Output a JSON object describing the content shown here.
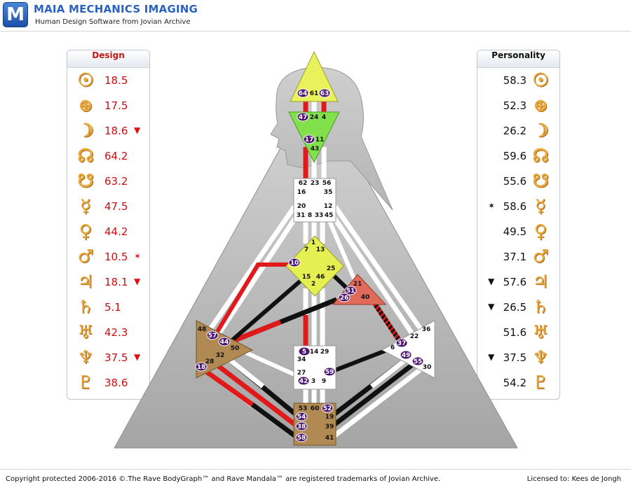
{
  "header": {
    "logo_letter": "M",
    "title": "MAIA MECHANICS IMAGING",
    "subtitle": "Human Design Software from Jovian Archive"
  },
  "design": {
    "title": "Design",
    "rows": [
      {
        "planet": "sun-icon",
        "glyph": "☉",
        "value": "18.5",
        "mark": ""
      },
      {
        "planet": "earth-icon",
        "glyph": "⊕",
        "value": "17.5",
        "mark": ""
      },
      {
        "planet": "moon-icon",
        "glyph": "☽",
        "value": "18.6",
        "mark": "▼"
      },
      {
        "planet": "north-node-icon",
        "glyph": "☊",
        "value": "64.2",
        "mark": ""
      },
      {
        "planet": "south-node-icon",
        "glyph": "☋",
        "value": "63.2",
        "mark": ""
      },
      {
        "planet": "mercury-icon",
        "glyph": "☿",
        "value": "47.5",
        "mark": ""
      },
      {
        "planet": "venus-icon",
        "glyph": "♀",
        "value": "44.2",
        "mark": ""
      },
      {
        "planet": "mars-icon",
        "glyph": "♂",
        "value": "10.5",
        "mark": "✶"
      },
      {
        "planet": "jupiter-icon",
        "glyph": "♃",
        "value": "18.1",
        "mark": "▼"
      },
      {
        "planet": "saturn-icon",
        "glyph": "♄",
        "value": "5.1",
        "mark": ""
      },
      {
        "planet": "uranus-icon",
        "glyph": "♅",
        "value": "42.3",
        "mark": ""
      },
      {
        "planet": "neptune-icon",
        "glyph": "♆",
        "value": "37.5",
        "mark": "▼"
      },
      {
        "planet": "pluto-icon",
        "glyph": "♇",
        "value": "38.6",
        "mark": ""
      }
    ]
  },
  "personality": {
    "title": "Personality",
    "rows": [
      {
        "planet": "sun-icon",
        "glyph": "☉",
        "value": "58.3",
        "mark": ""
      },
      {
        "planet": "earth-icon",
        "glyph": "⊕",
        "value": "52.3",
        "mark": ""
      },
      {
        "planet": "moon-icon",
        "glyph": "☽",
        "value": "26.2",
        "mark": ""
      },
      {
        "planet": "north-node-icon",
        "glyph": "☊",
        "value": "59.6",
        "mark": ""
      },
      {
        "planet": "south-node-icon",
        "glyph": "☋",
        "value": "55.6",
        "mark": ""
      },
      {
        "planet": "mercury-icon",
        "glyph": "☿",
        "value": "58.6",
        "mark": "✶"
      },
      {
        "planet": "venus-icon",
        "glyph": "♀",
        "value": "49.5",
        "mark": ""
      },
      {
        "planet": "mars-icon",
        "glyph": "♂",
        "value": "37.1",
        "mark": ""
      },
      {
        "planet": "jupiter-icon",
        "glyph": "♃",
        "value": "57.6",
        "mark": "▼"
      },
      {
        "planet": "saturn-icon",
        "glyph": "♄",
        "value": "26.5",
        "mark": "▼"
      },
      {
        "planet": "uranus-icon",
        "glyph": "♅",
        "value": "51.6",
        "mark": ""
      },
      {
        "planet": "neptune-icon",
        "glyph": "♆",
        "value": "37.5",
        "mark": "▼"
      },
      {
        "planet": "pluto-icon",
        "glyph": "♇",
        "value": "54.2",
        "mark": ""
      }
    ]
  },
  "bodygraph": {
    "centers": {
      "head": {
        "name": "head-center",
        "color": "#e9f25a",
        "gates": [
          "64",
          "61",
          "63"
        ]
      },
      "ajna": {
        "name": "ajna-center",
        "color": "#7ee04a",
        "gates": [
          "47",
          "24",
          "4",
          "17",
          "11",
          "43"
        ]
      },
      "throat": {
        "name": "throat-center",
        "color": "#ffffff",
        "gates": [
          "62",
          "23",
          "56",
          "16",
          "35",
          "20",
          "12",
          "31",
          "8",
          "33",
          "45"
        ]
      },
      "g": {
        "name": "g-center",
        "color": "#e4ef52",
        "gates": [
          "1",
          "7",
          "13",
          "10",
          "25",
          "15",
          "46",
          "2"
        ]
      },
      "heart": {
        "name": "heart-center",
        "color": "#e06b5a",
        "gates": [
          "21",
          "51",
          "26",
          "40"
        ]
      },
      "spleen": {
        "name": "spleen-center",
        "color": "#b08a52",
        "gates": [
          "48",
          "57",
          "44",
          "50",
          "32",
          "28",
          "18"
        ]
      },
      "sacral": {
        "name": "sacral-center",
        "color": "#ffffff",
        "gates": [
          "5",
          "14",
          "29",
          "34",
          "27",
          "59",
          "42",
          "3",
          "9"
        ]
      },
      "solar": {
        "name": "solar-plexus-center",
        "color": "#ffffff",
        "gates": [
          "36",
          "22",
          "37",
          "6",
          "49",
          "55",
          "30"
        ]
      },
      "root": {
        "name": "root-center",
        "color": "#b08a52",
        "gates": [
          "53",
          "60",
          "52",
          "54",
          "19",
          "38",
          "39",
          "58",
          "41"
        ]
      }
    },
    "activated_gates": [
      "64",
      "63",
      "47",
      "17",
      "10",
      "51",
      "26",
      "57",
      "44",
      "18",
      "5",
      "59",
      "42",
      "37",
      "49",
      "55",
      "52",
      "54",
      "38",
      "58"
    ]
  },
  "footer": {
    "copyright": "Copyright protected 2006-2016 ©.The Rave BodyGraph™ and Rave Mandala™ are registered trademarks of Jovian Archive.",
    "license": "Licensed to: Kees de Jongh"
  },
  "colors": {
    "design": "#c80f0f",
    "personality": "#111111",
    "brand": "#2a62c4",
    "activation": "#4b1670"
  }
}
